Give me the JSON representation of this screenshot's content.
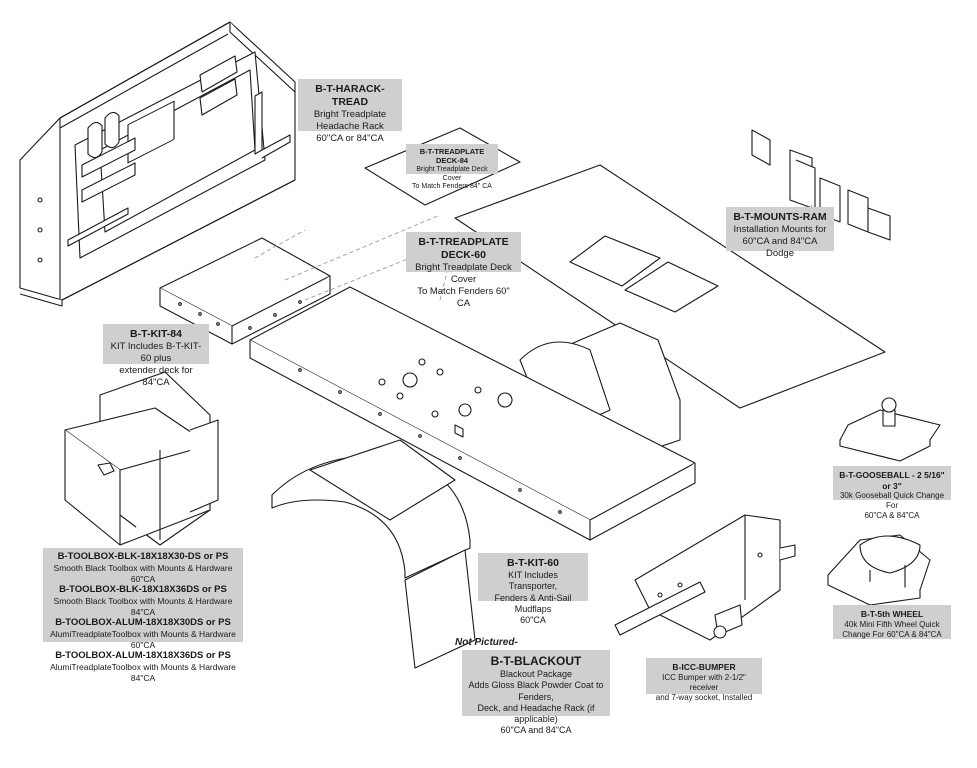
{
  "labels": {
    "harack": {
      "title": "B-T-HARACK-TREAD",
      "lines": [
        "Bright Treadplate",
        "Headache Rack",
        "60\"CA or 84\"CA"
      ]
    },
    "deck84": {
      "title": "B-T-TREADPLATE DECK-84",
      "lines": [
        "Bright Treadplate Deck Cover",
        "To Match Fenders 84\" CA"
      ]
    },
    "deck60": {
      "title": "B-T-TREADPLATE DECK-60",
      "lines": [
        "Bright Treadplate Deck Cover",
        "To Match Fenders 60\" CA"
      ]
    },
    "mounts": {
      "title": "B-T-MOUNTS-RAM",
      "lines": [
        "Installation Mounts for",
        "60\"CA and 84\"CA Dodge"
      ]
    },
    "kit84": {
      "title": "B-T-KIT-84",
      "lines": [
        "KIT Includes B-T-KIT-60 plus",
        "extender deck for 84\"CA"
      ]
    },
    "gooseball": {
      "title": "B-T-GOOSEBALL - 2 5/16\" or 3\"",
      "lines": [
        "30k Gooseball Quick Change For",
        "60\"CA & 84\"CA"
      ]
    },
    "toolbox": {
      "lines": [
        {
          "text": "B-TOOLBOX-BLK-18X18X30-DS or PS",
          "bold": true
        },
        {
          "text": "Smooth Black Toolbox with Mounts & Hardware 60\"CA",
          "bold": false
        },
        {
          "text": "B-TOOLBOX-BLK-18X18X36DS or PS",
          "bold": true
        },
        {
          "text": "Smooth Black Toolbox with Mounts & Hardware 84\"CA",
          "bold": false
        },
        {
          "text": "B-TOOLBOX-ALUM-18X18X30DS or PS",
          "bold": true
        },
        {
          "text": "AlumiTreadplateToolbox with Mounts & Hardware 60\"CA",
          "bold": false
        },
        {
          "text": "B-TOOLBOX-ALUM-18X18X36DS or PS",
          "bold": true
        },
        {
          "text": "AlumiTreadplateToolbox with Mounts & Hardware 84\"CA",
          "bold": false
        }
      ]
    },
    "kit60": {
      "title": "B-T-KIT-60",
      "lines": [
        "KIT Includes Transporter,",
        "Fenders & Anti-Sail Mudflaps",
        "60\"CA"
      ]
    },
    "fifth": {
      "title": "B-T-5th WHEEL",
      "lines": [
        "40k Mini Fifth Wheel Quick",
        "Change For 60\"CA & 84\"CA"
      ]
    },
    "not_pictured": "Not Pictured-",
    "blackout": {
      "title": "B-T-BLACKOUT",
      "lines": [
        "Blackout Package",
        "Adds Gloss Black Powder Coat to Fenders,",
        "Deck, and Headache Rack (if applicable)",
        "60\"CA and 84\"CA"
      ]
    },
    "icc": {
      "title": "B-ICC-BUMPER",
      "lines": [
        "ICC Bumper with 2-1/2\" receiver",
        "and 7-way socket, Installed"
      ]
    }
  }
}
